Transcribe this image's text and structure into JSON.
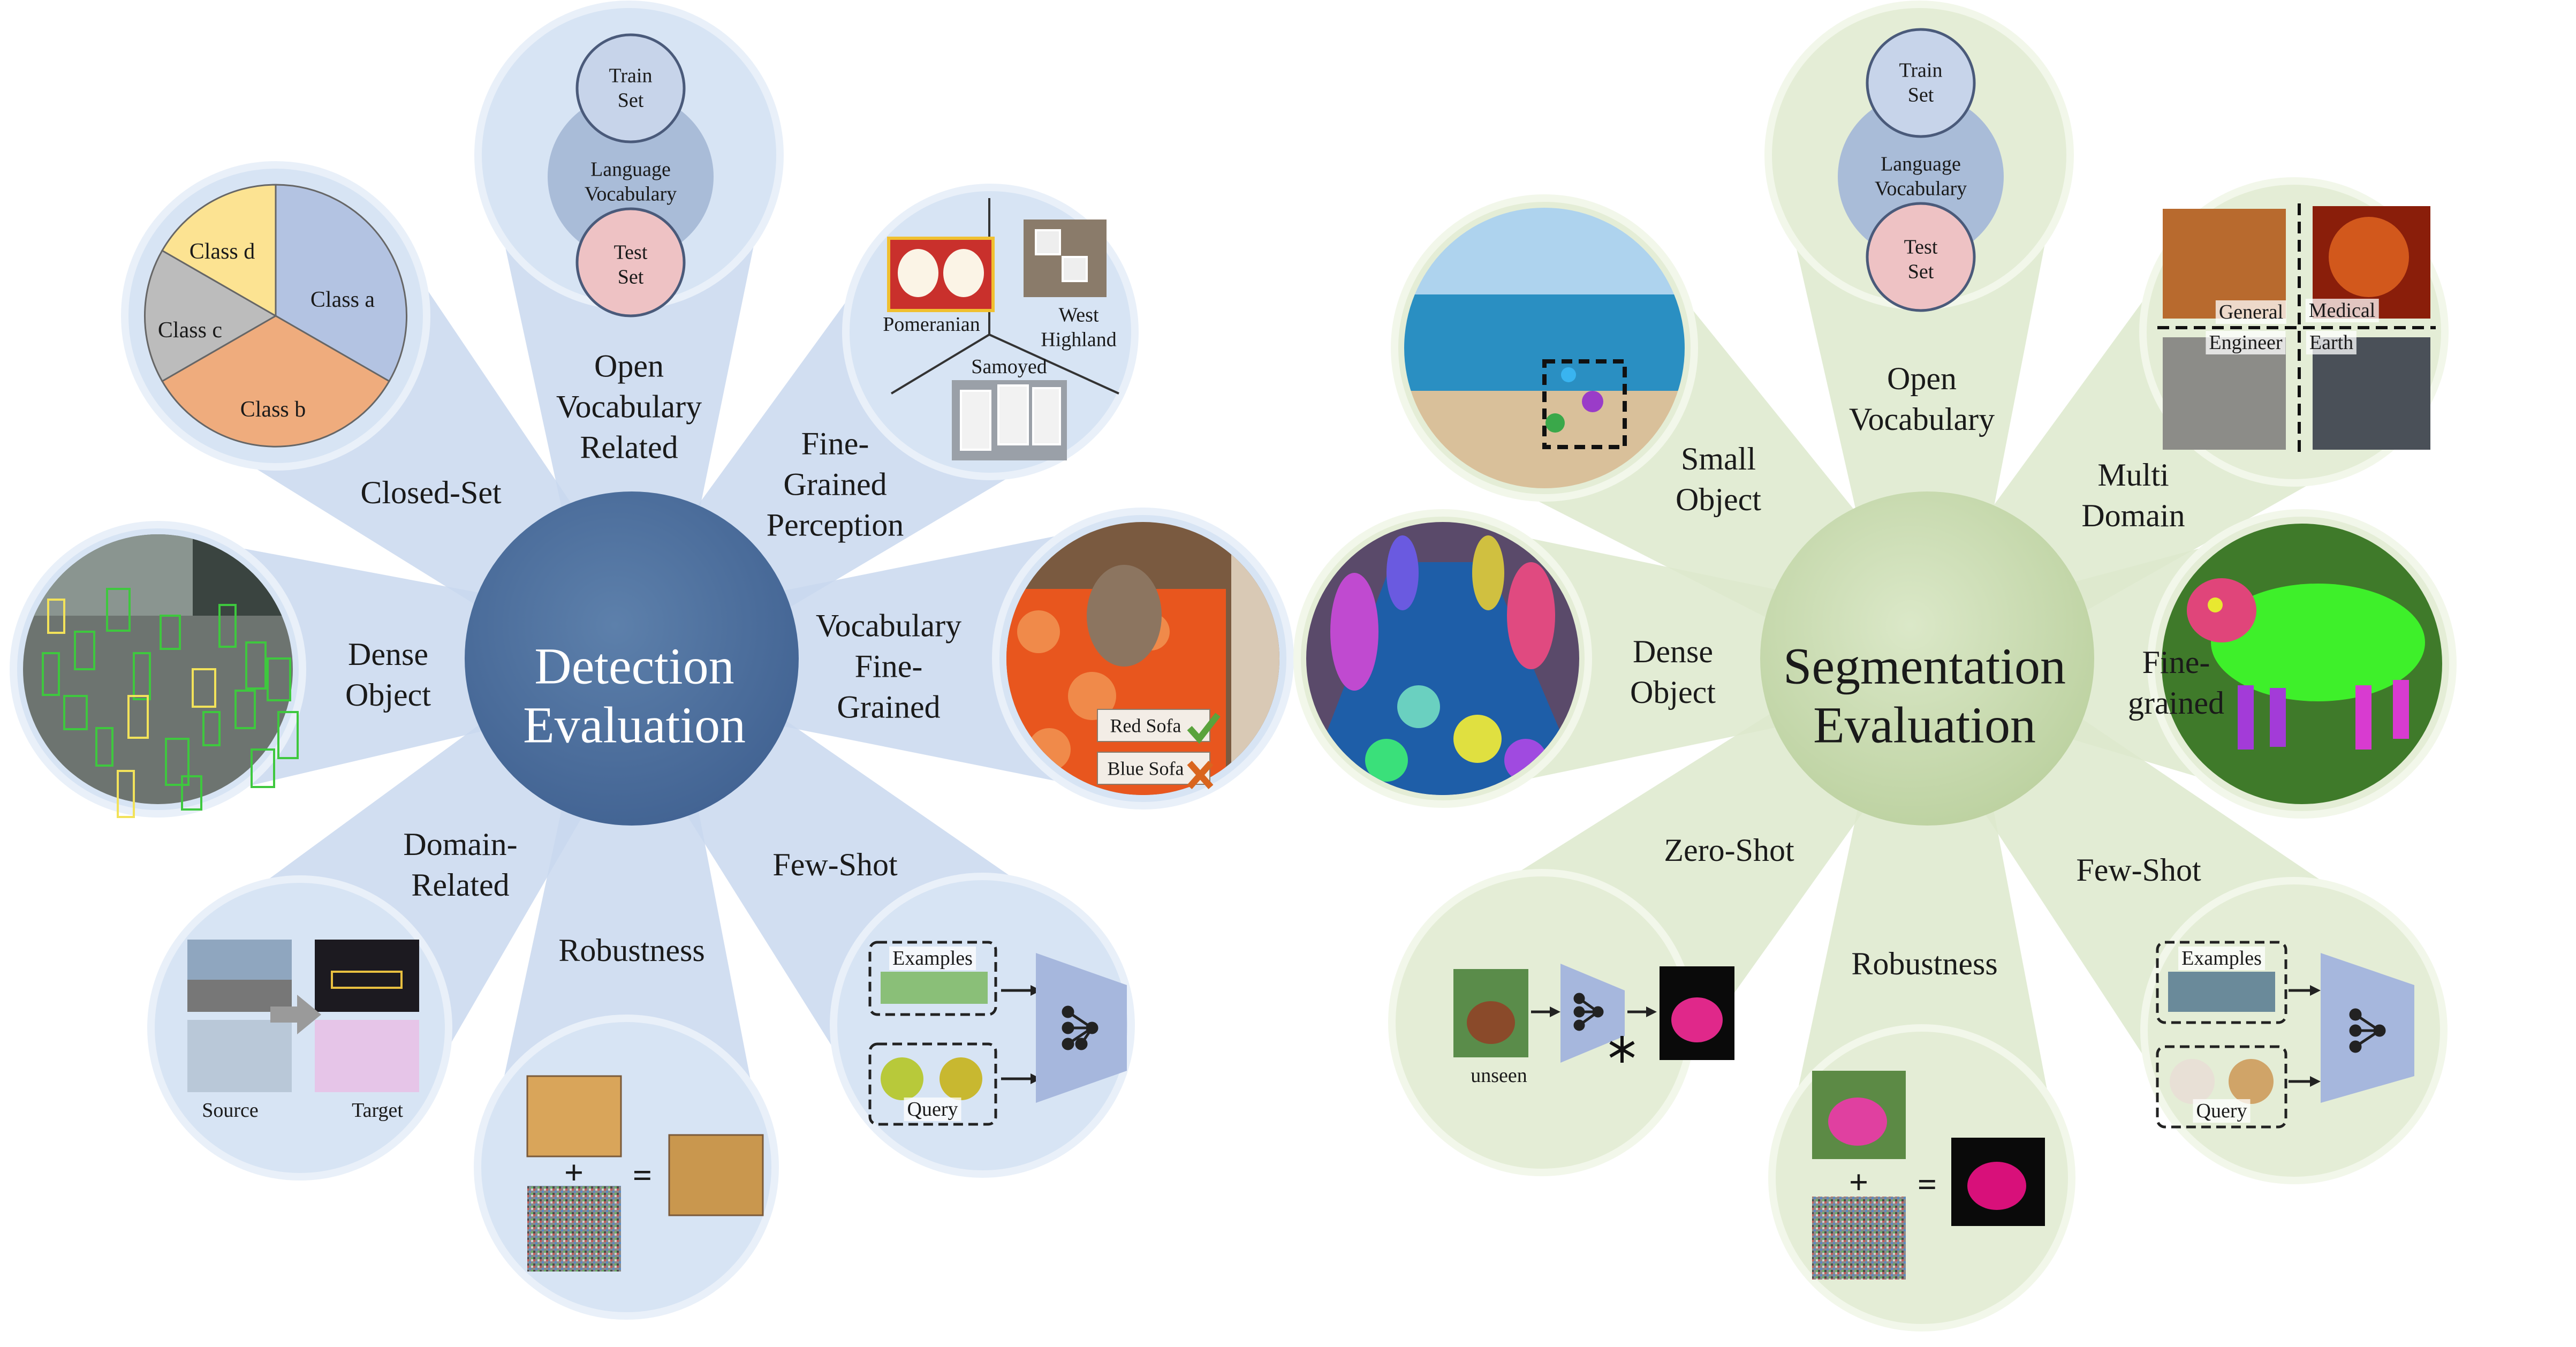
{
  "colors": {
    "detection_hub": "#4a6b96",
    "detection_petal": "#c9d8ee",
    "detection_circle": "#d7e4f4",
    "segmentation_hub": "#c6d8ae",
    "segmentation_petal": "#dde9cc",
    "segmentation_circle": "#e4edd6",
    "pie_class_a": "#b3c3e2",
    "pie_class_b": "#efac7d",
    "pie_class_c": "#bcbcbc",
    "pie_class_d": "#fce392",
    "venn_train": "#c7d4ea",
    "venn_language": "#a9bcd8",
    "venn_test": "#eec2c4",
    "check_mark": "#5aa33c",
    "cross_mark": "#d9651e"
  },
  "detection": {
    "hub_line1": "Detection",
    "hub_line2": "Evaluation",
    "open_vocab": {
      "line1": "Open",
      "line2": "Vocabulary",
      "line3": "Related"
    },
    "closed_set": "Closed-Set",
    "fine_grained_perception": {
      "line1": "Fine-",
      "line2": "Grained",
      "line3": "Perception"
    },
    "vocab_fine_grained": {
      "line1": "Vocabulary",
      "line2": "Fine-",
      "line3": "Grained"
    },
    "dense_object": {
      "line1": "Dense",
      "line2": "Object"
    },
    "domain_related": {
      "line1": "Domain-",
      "line2": "Related"
    },
    "robustness": "Robustness",
    "few_shot": "Few-Shot",
    "venn": {
      "train_line1": "Train",
      "train_line2": "Set",
      "lang_line1": "Language",
      "lang_line2": "Vocabulary",
      "test_line1": "Test",
      "test_line2": "Set"
    },
    "pie": {
      "class_a": "Class a",
      "class_b": "Class b",
      "class_c": "Class c",
      "class_d": "Class d"
    },
    "breeds": {
      "pomeranian": "Pomeranian",
      "west_line1": "West",
      "west_line2": "Highland",
      "samoyed": "Samoyed"
    },
    "sofa": {
      "red": "Red Sofa",
      "blue": "Blue Sofa"
    },
    "domain": {
      "source": "Source",
      "target": "Target"
    },
    "few_shot_panel": {
      "examples": "Examples",
      "query": "Query"
    },
    "robust_ops": {
      "plus": "+",
      "equals": "="
    }
  },
  "segmentation": {
    "hub_line1": "Segmentation",
    "hub_line2": "Evaluation",
    "open_vocab": {
      "line1": "Open",
      "line2": "Vocabulary"
    },
    "small_object": {
      "line1": "Small",
      "line2": "Object"
    },
    "multi_domain": {
      "line1": "Multi",
      "line2": "Domain"
    },
    "dense_object": {
      "line1": "Dense",
      "line2": "Object"
    },
    "fine_grained": {
      "line1": "Fine-",
      "line2": "grained"
    },
    "zero_shot": "Zero-Shot",
    "robustness": "Robustness",
    "few_shot": "Few-Shot",
    "venn": {
      "train_line1": "Train",
      "train_line2": "Set",
      "lang_line1": "Language",
      "lang_line2": "Vocabulary",
      "test_line1": "Test",
      "test_line2": "Set"
    },
    "domains": {
      "general": "General",
      "medical": "Medical",
      "engineer": "Engineer",
      "earth": "Earth"
    },
    "zero_shot_panel": {
      "unseen": "unseen"
    },
    "few_shot_panel": {
      "examples": "Examples",
      "query": "Query"
    },
    "robust_ops": {
      "plus": "+",
      "equals": "="
    }
  }
}
